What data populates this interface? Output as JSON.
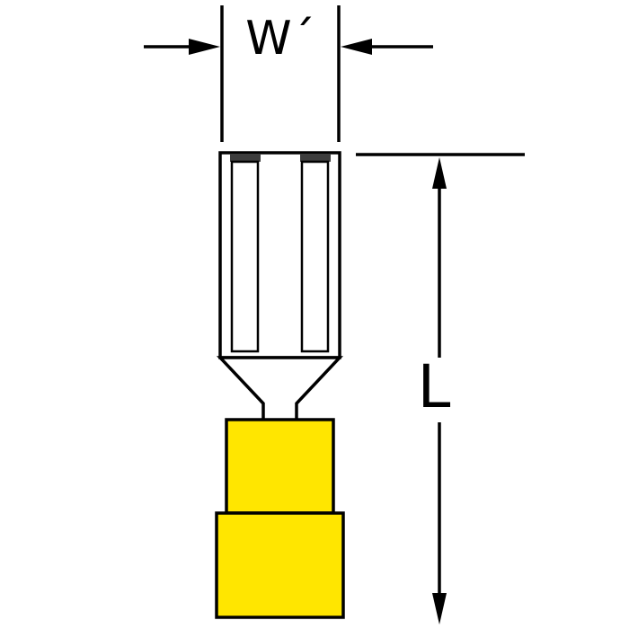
{
  "diagram": {
    "type": "technical-dimension-drawing",
    "subject": "vinyl insulated butted-seam female disconnect terminal",
    "labels": {
      "width": "W´",
      "length": "L"
    },
    "colors": {
      "insulation_yellow": "#FFE600",
      "metal_white": "#FFFFFF",
      "outline_black": "#000000",
      "tab_dark": "#3d3d3d",
      "background": "#FFFFFF"
    }
  }
}
